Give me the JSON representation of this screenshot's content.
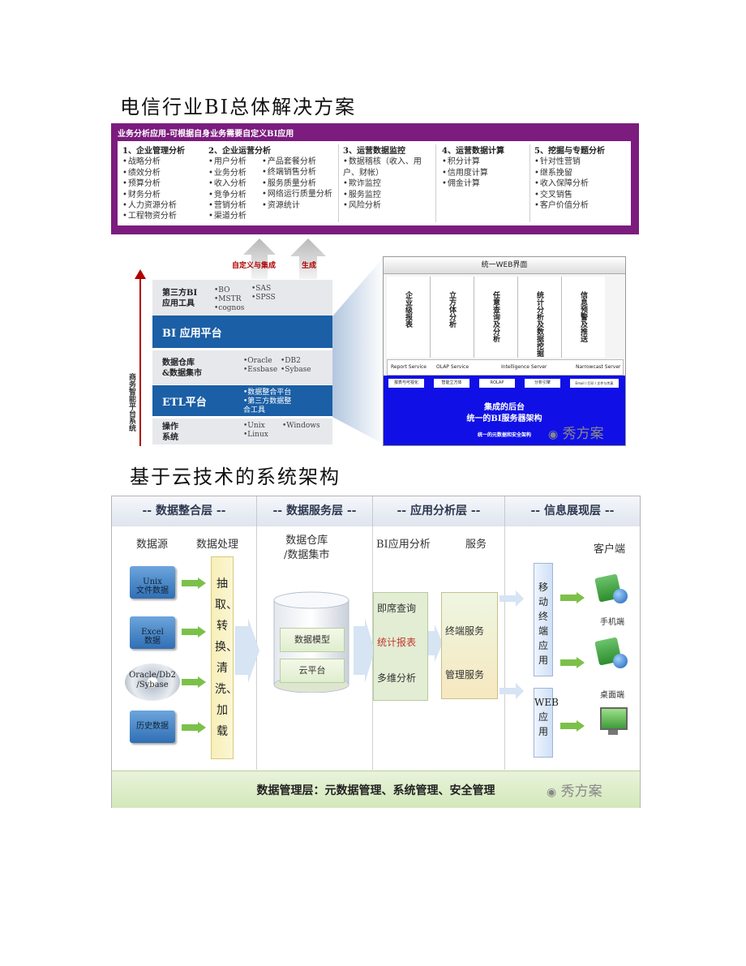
{
  "top": {
    "title": "电信行业BI总体解决方案",
    "purple_header": "业务分析应用-可根据自身业务需要自定义BI应用",
    "columns": [
      {
        "heading": "1、企业管理分析",
        "items": [
          "战略分析",
          "绩效分析",
          "预算分析",
          "财务分析",
          "人力资源分析",
          "工程物资分析"
        ]
      },
      {
        "heading": "2、企业运营分析",
        "items": [
          "用户分析",
          "业务分析",
          "收入分析",
          "竞争分析",
          "营销分析",
          "渠道分析"
        ]
      },
      {
        "heading": "",
        "items": [
          "产品套餐分析",
          "终端销售分析",
          "服务质量分析",
          "网络运行质量分析",
          "资源统计"
        ]
      },
      {
        "heading": "3、运营数据监控",
        "items": [
          "数据稽核（收入、用户、财帐）",
          "欺诈监控",
          "服务监控",
          "风险分析"
        ]
      },
      {
        "heading": "4、运营数据计算",
        "items": [
          "积分计算",
          "信用度计算",
          "佣金计算"
        ]
      },
      {
        "heading": "5、挖掘与专题分析",
        "items": [
          "针对性营销",
          "继系挽留",
          "收入保障分析",
          "交叉销售",
          "客户价值分析"
        ]
      }
    ],
    "arrow_left_text": "自定义与集成",
    "arrow_right_text": "生成",
    "layers": [
      {
        "label": "第三方BI\n应用工具",
        "options_a": "•BO\n•MSTR\n•cognos",
        "options_b": "•SAS\n•SPSS"
      },
      {
        "label": "BI 应用平台"
      },
      {
        "label": "数据仓库\n&数据集市",
        "options_a": "•Oracle\n•Essbase",
        "options_b": "•DB2\n•Sybase"
      },
      {
        "label": "ETL平台",
        "options_a": "•数据整合平台\n•第三方数据整\n合工具"
      },
      {
        "label": "操作\n系统",
        "options_a": "•Unix\n•Linux",
        "options_b": "•Windows"
      }
    ],
    "vertical_label": "商务智能平台系统",
    "server": {
      "top_label": "统一WEB界面",
      "modules": [
        "企业级报表",
        "立方体分析",
        "任意查询及分析",
        "统计分析及数据挖掘",
        "信息预警及推送"
      ],
      "services": [
        "Report Service",
        "OLAP Service",
        "Intelligence Server",
        "Narrowcast Server"
      ],
      "tiles": [
        "报表与可视化",
        "智能立方体",
        "ROLAP",
        "分析引擎",
        "Email / 打印 / 文件与传真"
      ],
      "backend_line1": "集成的后台",
      "backend_line2": "统一的BI服务器架构",
      "bottom_line": "统一的元数据和安全架构"
    },
    "watermark": "秀方案"
  },
  "bottom": {
    "title": "基于云技术的系统架构",
    "bands": [
      "-- 数据整合层 --",
      "-- 数据服务层 --",
      "-- 应用分析层 --",
      "-- 信息展现层 --"
    ],
    "col1_labels": [
      "数据源",
      "数据处理"
    ],
    "sources": [
      "Unix\n文件数据",
      "Excel\n数据",
      "Oracle/Db2\n/Sybase",
      "历史数据"
    ],
    "process_text": "抽取、转换、清洗、加载",
    "col2_label": "数据仓库\n/数据集市",
    "col2_boxes": [
      "数据模型",
      "云平台"
    ],
    "col3_labels": [
      "BI应用分析",
      "服务"
    ],
    "col3_items": [
      "即席查询",
      "统计报表",
      "多维分析"
    ],
    "col3_services": [
      "终端服务",
      "管理服务"
    ],
    "col4_label": "客户端",
    "col4_panels": [
      "移动终端应用",
      "WEB应用"
    ],
    "col4_devices": [
      "手机端",
      "桌面端"
    ],
    "footer": "数据管理层：元数据管理、系统管理、安全管理",
    "watermark": "秀方案"
  }
}
